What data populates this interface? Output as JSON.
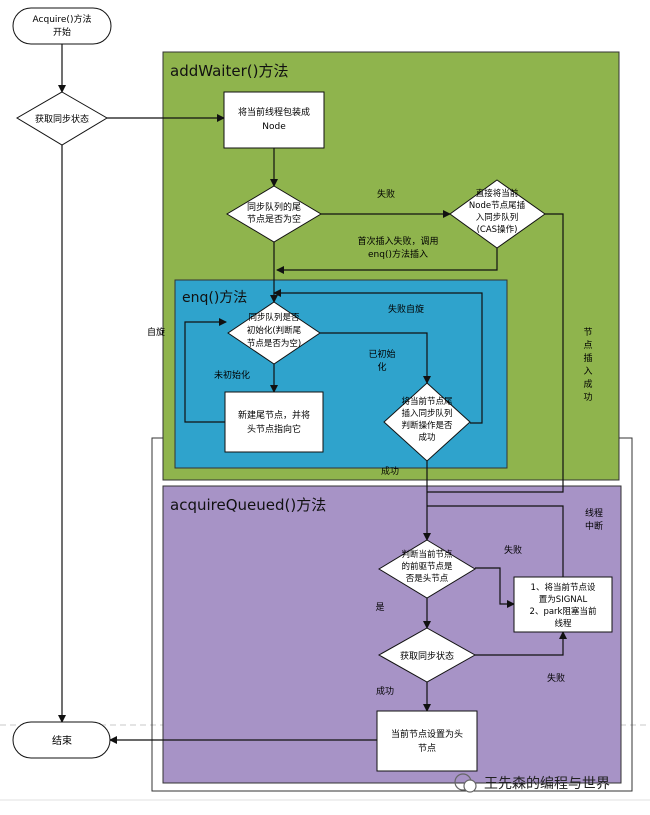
{
  "terminals": {
    "start": [
      "Acquire()方法",
      "开始"
    ],
    "end": "结束"
  },
  "regions": {
    "add_waiter": "addWaiter()方法",
    "enq": "enq()方法",
    "acquire_queued": "acquireQueued()方法"
  },
  "nodes": {
    "get_state_1": "获取同步状态",
    "wrap_node": [
      "将当前线程包装成",
      "Node"
    ],
    "tail_empty": [
      "同步队列的尾",
      "节点是否为空"
    ],
    "direct_insert": [
      "直接将当前",
      "Node节点尾插",
      "入同步队列",
      "(CAS操作)"
    ],
    "queue_init": [
      "同步队列是否",
      "初始化(判断尾",
      "节点是否为空)"
    ],
    "new_head": [
      "新建尾节点，并将",
      "头节点指向它"
    ],
    "tail_insert": [
      "将当前节点尾",
      "插入同步队列",
      "判断操作是否",
      "成功"
    ],
    "pred_is_head": [
      "判断当前节点",
      "的前驱节点是",
      "否是头节点"
    ],
    "signal_park": [
      "1、将当前节点设",
      "置为SIGNAL",
      "2、park阻塞当前",
      "线程"
    ],
    "get_state_2": "获取同步状态",
    "set_head": [
      "当前节点设置为头",
      "节点"
    ]
  },
  "labels": {
    "fail_1": "失败",
    "enq_note": [
      "首次插入失败，调用",
      "enq()方法插入"
    ],
    "spin_fail": "失败自旋",
    "spin": "自旋",
    "node_insert_ok": [
      "节",
      "点",
      "插",
      "入",
      "成",
      "功"
    ],
    "initialized": [
      "已初始",
      "化"
    ],
    "not_initialized": "未初始化",
    "success_1": "成功",
    "thread_interrupt": [
      "线程",
      "中断"
    ],
    "fail_2": "失败",
    "yes": "是",
    "fail_3": "失败",
    "success_2": "成功"
  },
  "watermark": "王先森的编程与世界"
}
